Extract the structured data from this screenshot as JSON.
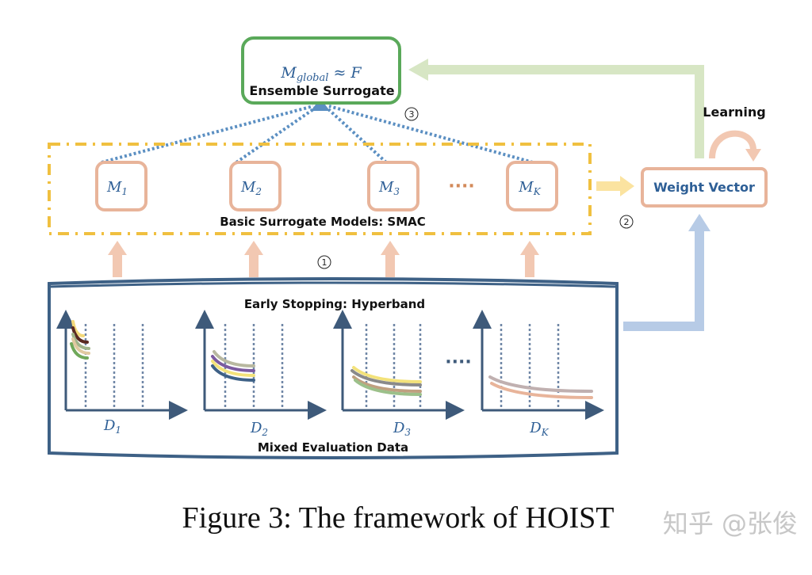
{
  "ensemble": {
    "formula_main": "M",
    "formula_sub": "global",
    "formula_rest": " ≈ F",
    "title": "Ensemble Surrogate"
  },
  "basic_models": {
    "title": "Basic Surrogate Models: SMAC",
    "models": [
      {
        "main": "M",
        "sub": "1"
      },
      {
        "main": "M",
        "sub": "2"
      },
      {
        "main": "M",
        "sub": "3"
      },
      {
        "main": "M",
        "sub": "K"
      }
    ],
    "ellipsis": "····"
  },
  "weight_vector": {
    "label": "Weight Vector"
  },
  "learning": {
    "label": "Learning"
  },
  "steps": {
    "step1": "①",
    "step2": "②",
    "step3": "③"
  },
  "evaluation": {
    "top_title": "Early Stopping: Hyperband",
    "bottom_title": "Mixed Evaluation Data",
    "ellipsis": "····",
    "datasets": [
      {
        "main": "D",
        "sub": "1"
      },
      {
        "main": "D",
        "sub": "2"
      },
      {
        "main": "D",
        "sub": "3"
      },
      {
        "main": "D",
        "sub": "K"
      }
    ]
  },
  "colors": {
    "ensemble_border": "#5aa95a",
    "model_border": "#e8b49a",
    "dash_border": "#f0c040",
    "evaluation_border": "#3e6186",
    "dotted_link": "#5b8fc2",
    "feedback_arrow": "#d7e6c4",
    "input_arrow": "#b7cbe6",
    "up_arrow": "#f2c8b2",
    "yellow_arrow": "#fbe3a0"
  },
  "caption": "Figure 3: The framework of HOIST",
  "watermark": "知乎 @张俊"
}
